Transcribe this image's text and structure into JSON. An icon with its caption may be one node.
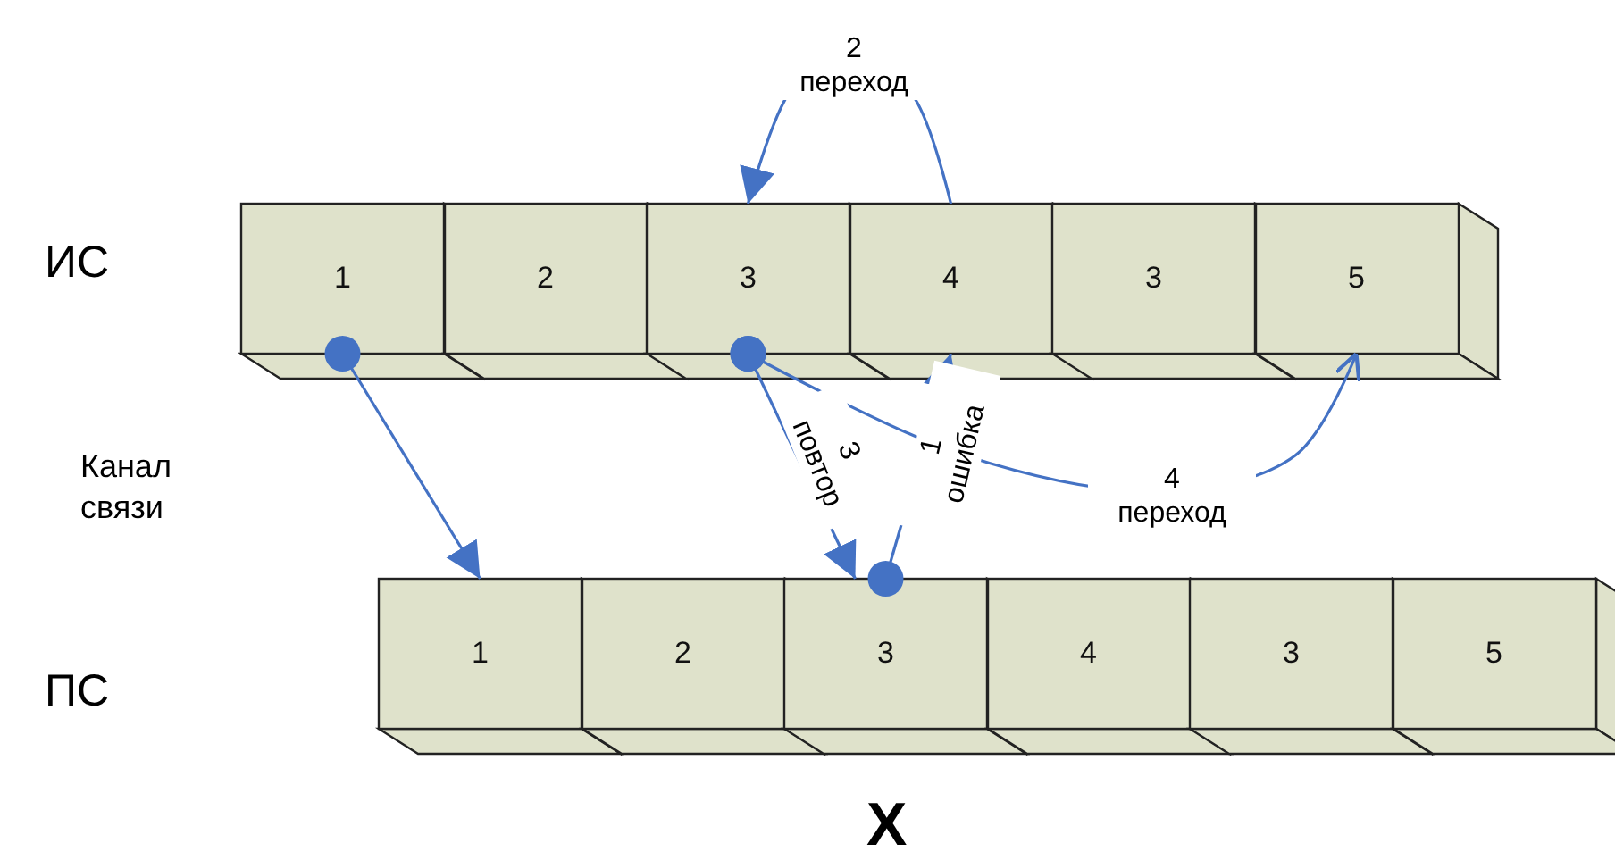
{
  "diagram": {
    "nodes": [
      {
        "text": [
          "1"
        ]
      },
      {
        "text": [
          "2"
        ]
      },
      {
        "text": [
          "3"
        ]
      },
      {
        "text": [
          "4"
        ]
      },
      {
        "text": [
          "3"
        ]
      },
      {
        "text": [
          "5"
        ]
      },
      {
        "text": [
          "1"
        ]
      },
      {
        "text": [
          "2"
        ]
      },
      {
        "text": [
          "3"
        ]
      },
      {
        "text": [
          "4"
        ]
      },
      {
        "text": [
          "3"
        ]
      },
      {
        "text": [
          "5"
        ]
      }
    ],
    "edges": [
      {
        "from": 0,
        "to": 6,
        "arrow": "to"
      },
      {
        "from": 3,
        "to": 2,
        "arrow": "to",
        "label": "2 переход"
      },
      {
        "from": 8,
        "to": 3,
        "arrow": "to",
        "label": "1 ошибка"
      },
      {
        "from": 2,
        "to": 8,
        "arrow": "to",
        "label": "3 повтор"
      },
      {
        "from": 2,
        "to": 5,
        "arrow": "to",
        "label": "4 переход"
      }
    ],
    "labels": [
      "ИС",
      "Канал связи",
      "ПС",
      "X"
    ]
  }
}
